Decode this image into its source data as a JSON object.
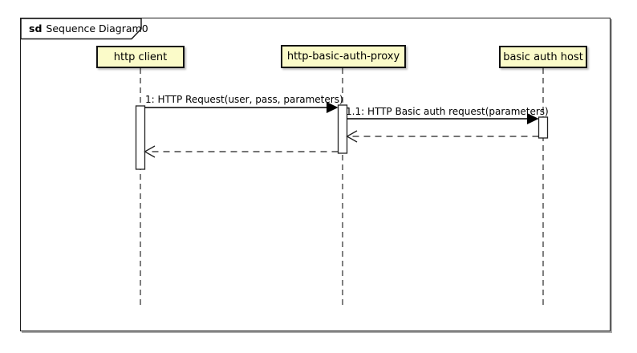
{
  "frame": {
    "keyword": "sd",
    "title": "Sequence Diagram0"
  },
  "lifelines": [
    {
      "name": "http client"
    },
    {
      "name": "http-basic-auth-proxy"
    },
    {
      "name": "basic auth host"
    }
  ],
  "messages": [
    {
      "id": "1",
      "label": "1: HTTP Request(user, pass, parameters)",
      "from": "http client",
      "to": "http-basic-auth-proxy",
      "kind": "sync-call"
    },
    {
      "id": "1.1",
      "label": "1.1: HTTP Basic auth request(parameters)",
      "from": "http-basic-auth-proxy",
      "to": "basic auth host",
      "kind": "sync-call"
    },
    {
      "id": "",
      "label": "",
      "from": "basic auth host",
      "to": "http-basic-auth-proxy",
      "kind": "return"
    },
    {
      "id": "",
      "label": "",
      "from": "http-basic-auth-proxy",
      "to": "http client",
      "kind": "return"
    }
  ],
  "colors": {
    "lifeline_head_fill": "#FBFBC9",
    "line": "#000000",
    "frame_shadow": "#A9A9A9",
    "background": "#FFFFFF"
  }
}
